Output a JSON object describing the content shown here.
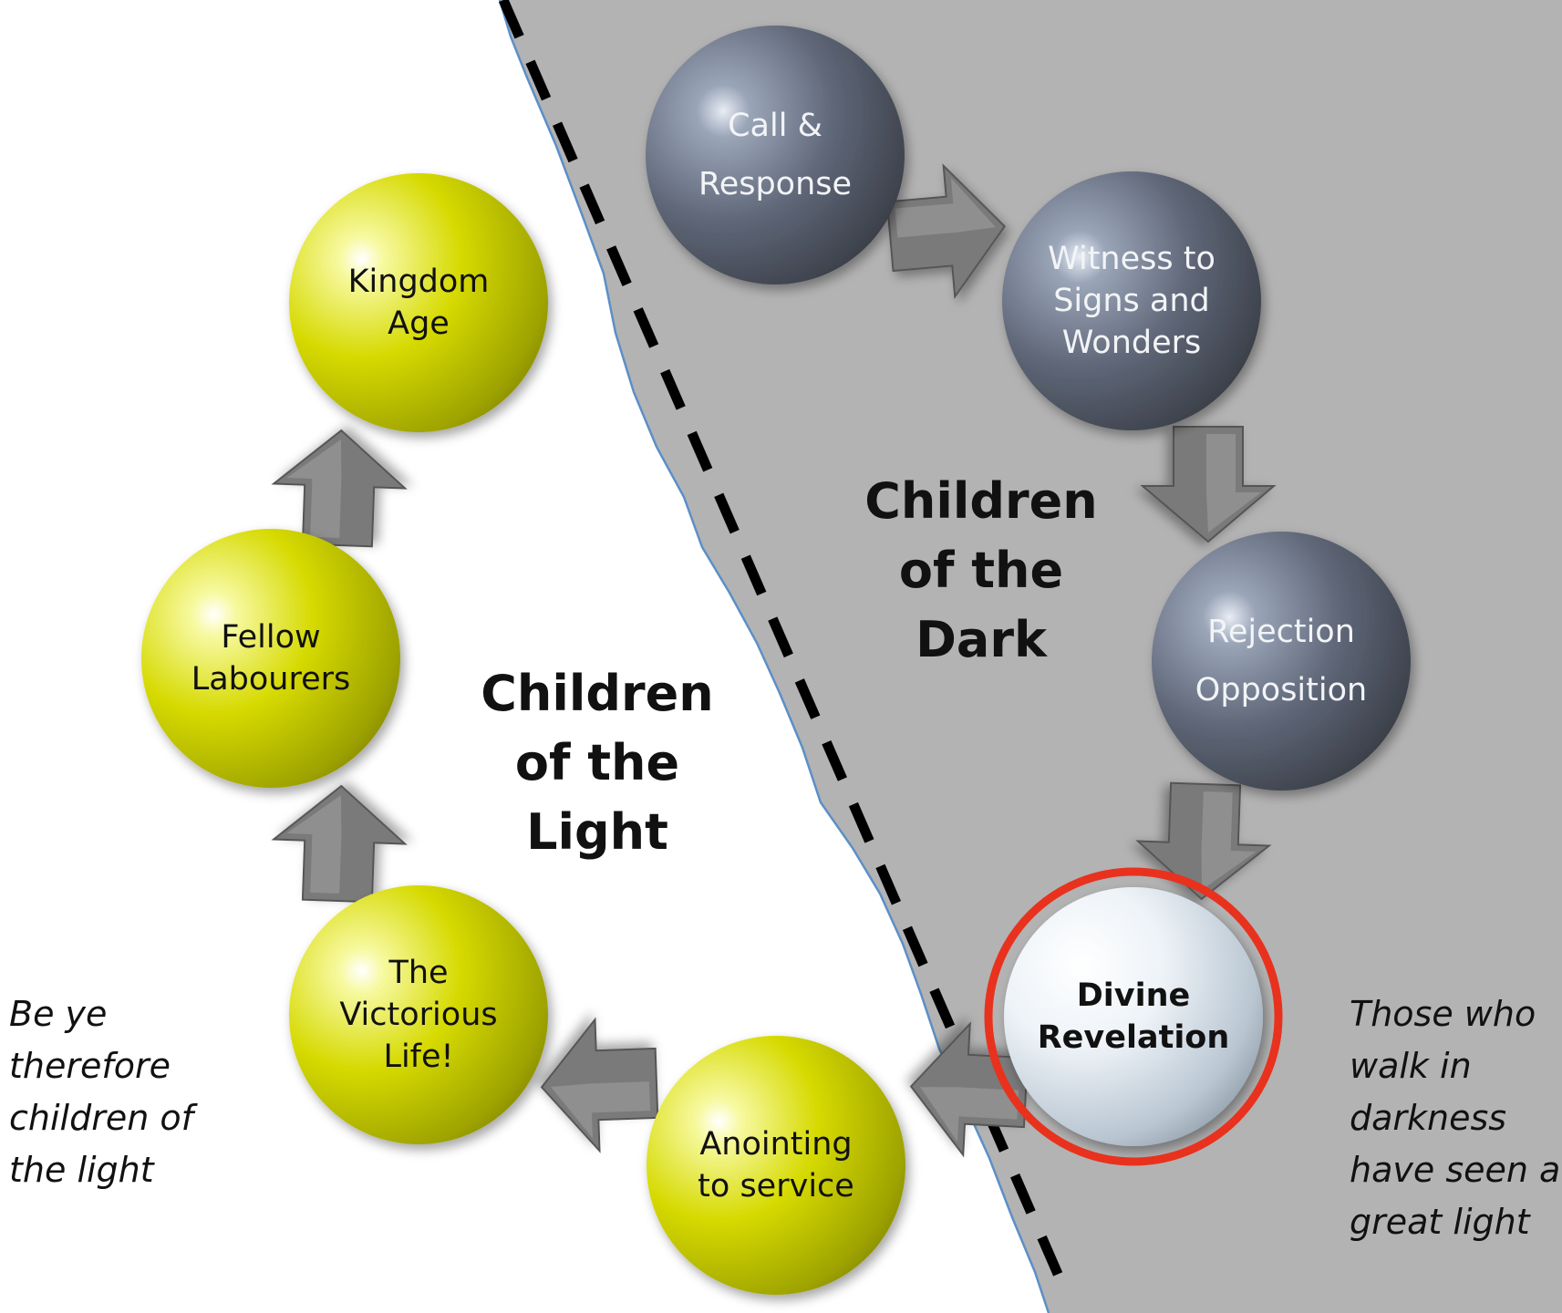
{
  "regions": {
    "dark": {
      "label": [
        "Children",
        "of the",
        "Dark"
      ]
    },
    "light": {
      "label": [
        "Children",
        "of the",
        "Light"
      ]
    }
  },
  "stages": [
    {
      "id": "call-response",
      "lines": [
        "Call &",
        "Response"
      ],
      "group": "dark"
    },
    {
      "id": "witness",
      "lines": [
        "Witness to",
        "Signs and",
        "Wonders"
      ],
      "group": "dark"
    },
    {
      "id": "rejection",
      "lines": [
        "Rejection",
        "Opposition"
      ],
      "group": "dark"
    },
    {
      "id": "divine-revelation",
      "lines": [
        "Divine",
        "Revelation"
      ],
      "group": "revelation",
      "highlighted": true
    },
    {
      "id": "anointing",
      "lines": [
        "Anointing",
        "to service"
      ],
      "group": "light"
    },
    {
      "id": "victorious",
      "lines": [
        "The",
        "Victorious",
        "Life!"
      ],
      "group": "light"
    },
    {
      "id": "fellow-labourers",
      "lines": [
        "Fellow",
        "Labourers"
      ],
      "group": "light"
    },
    {
      "id": "kingdom-age",
      "lines": [
        "Kingdom",
        "Age"
      ],
      "group": "light"
    }
  ],
  "quotes": {
    "left": [
      "Be ye",
      "therefore",
      "children of",
      "the light"
    ],
    "right": [
      "Those who",
      "walk in",
      "darkness",
      "have seen a",
      "great light"
    ]
  },
  "colors": {
    "dark_region": "#b3b3b3",
    "boundary_dash": "#000000",
    "boundary_line": "#5b8fc7",
    "highlight_ring": "#e8321e",
    "arrow": "#7a7a7a",
    "light_ball": "#d4d900",
    "dark_ball": "#5a6170",
    "revelation_ball": "#e4edf3"
  }
}
